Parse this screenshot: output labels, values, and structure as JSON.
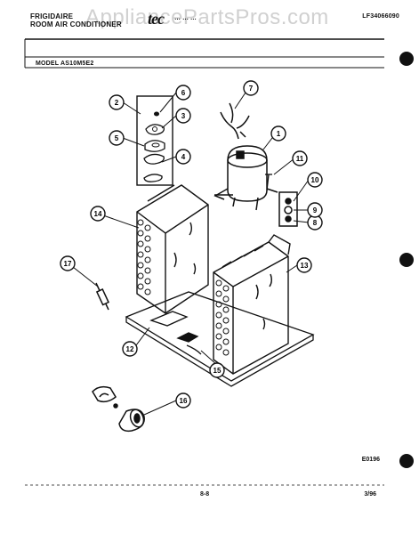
{
  "header": {
    "brand": "FRIGIDAIRE",
    "product": "ROOM AIR CONDITIONER",
    "logo": "tec",
    "center_text": "…  …   …",
    "doc_code": "LF34066090",
    "watermark": "AppliancePartsPros.com"
  },
  "model_line": "MODEL AS10M5E2",
  "callouts": [
    "1",
    "2",
    "3",
    "4",
    "5",
    "6",
    "7",
    "8",
    "9",
    "10",
    "11",
    "12",
    "13",
    "14",
    "15",
    "16",
    "17"
  ],
  "footer": {
    "figure_code": "E0196",
    "page": "8-8",
    "date": "3/96"
  }
}
